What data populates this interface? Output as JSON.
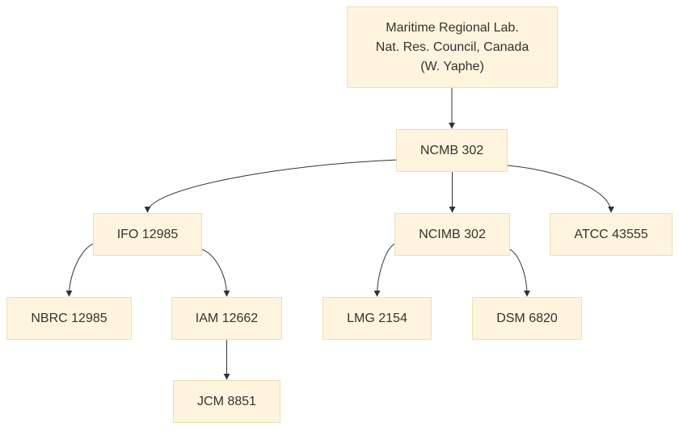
{
  "diagram": {
    "nodes": {
      "root": {
        "lines": [
          "Maritime Regional Lab.",
          "Nat. Res. Council, Canada",
          "(W. Yaphe)"
        ]
      },
      "ncmb": {
        "label": "NCMB 302"
      },
      "ifo": {
        "label": "IFO 12985"
      },
      "ncimb": {
        "label": "NCIMB 302"
      },
      "atcc": {
        "label": "ATCC 43555"
      },
      "nbrc": {
        "label": "NBRC 12985"
      },
      "iam": {
        "label": "IAM 12662"
      },
      "lmg": {
        "label": "LMG 2154"
      },
      "dsm": {
        "label": "DSM 6820"
      },
      "jcm": {
        "label": "JCM 8851"
      }
    },
    "edges": [
      {
        "from": "root",
        "to": "ncmb"
      },
      {
        "from": "ncmb",
        "to": "ifo"
      },
      {
        "from": "ncmb",
        "to": "ncimb"
      },
      {
        "from": "ncmb",
        "to": "atcc"
      },
      {
        "from": "ifo",
        "to": "nbrc"
      },
      {
        "from": "ifo",
        "to": "iam"
      },
      {
        "from": "ncimb",
        "to": "lmg"
      },
      {
        "from": "ncimb",
        "to": "dsm"
      },
      {
        "from": "iam",
        "to": "jcm"
      }
    ],
    "colors": {
      "node_fill": "#fff4dd",
      "node_border": "#ede0b4",
      "edge": "#333333",
      "text": "#333333"
    }
  }
}
